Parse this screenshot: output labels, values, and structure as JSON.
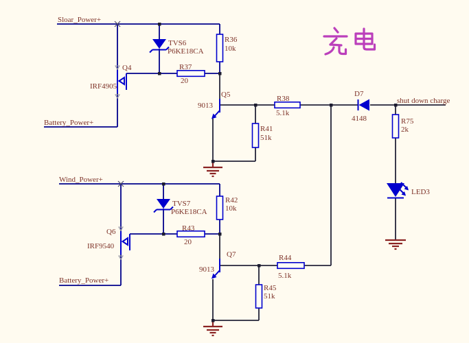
{
  "title": {
    "text": "充电"
  },
  "nets": {
    "solar": "Sloar_Power+",
    "battery_top": "Battery_Power+",
    "wind": "Wind_Power+",
    "battery_bottom": "Battery_Power+",
    "shutdown_charge": "shut down charge"
  },
  "components": {
    "tvs6": {
      "designator": "TVS6",
      "value": "P6KE18CA",
      "type": "tvs-diode"
    },
    "r36": {
      "designator": "R36",
      "value": "10k",
      "type": "resistor"
    },
    "r37": {
      "designator": "R37",
      "value": "20",
      "type": "resistor"
    },
    "q4": {
      "designator": "Q4",
      "value": "IRF4905",
      "type": "p-mosfet"
    },
    "q5": {
      "designator": "Q5",
      "value": "9013",
      "type": "npn-transistor"
    },
    "r38": {
      "designator": "R38",
      "value": "5.1k",
      "type": "resistor"
    },
    "r41": {
      "designator": "R41",
      "value": "51k",
      "type": "resistor"
    },
    "d7": {
      "designator": "D7",
      "value": "4148",
      "type": "diode"
    },
    "r75": {
      "designator": "R75",
      "value": "2k",
      "type": "resistor"
    },
    "led3": {
      "designator": "LED3",
      "value": "",
      "type": "led"
    },
    "tvs7": {
      "designator": "TVS7",
      "value": "P6KE18CA",
      "type": "tvs-diode"
    },
    "r42": {
      "designator": "R42",
      "value": "10k",
      "type": "resistor"
    },
    "r43": {
      "designator": "R43",
      "value": "20",
      "type": "resistor"
    },
    "q6": {
      "designator": "Q6",
      "value": "IRF9540",
      "type": "p-mosfet"
    },
    "q7": {
      "designator": "Q7",
      "value": "9013",
      "type": "npn-transistor"
    },
    "r44": {
      "designator": "R44",
      "value": "5.1k",
      "type": "resistor"
    },
    "r45": {
      "designator": "R45",
      "value": "51k",
      "type": "resistor"
    }
  },
  "colors": {
    "background": "#fffbf0",
    "wire_blue": "#00008b",
    "wire_dark": "#24243a",
    "symbol_blue": "#0000cd",
    "label_text": "#7d3228",
    "ground_red": "#8b2323",
    "title_magenta": "#bb3fbb"
  }
}
